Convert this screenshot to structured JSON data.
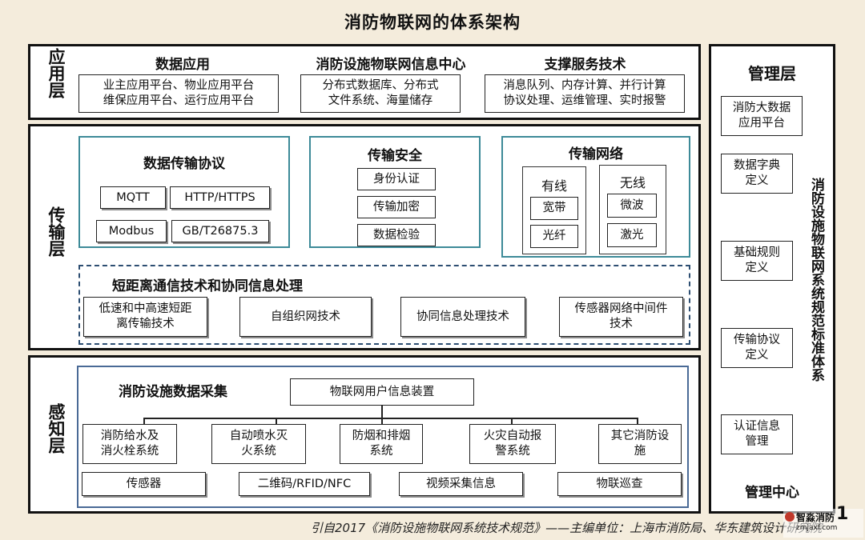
{
  "title": "消防物联网的体系架构",
  "app_layer": {
    "label": "应用层",
    "columns": [
      {
        "heading": "数据应用",
        "text": "业主应用平台、物业应用平台\n维保应用平台、运行应用平台"
      },
      {
        "heading": "消防设施物联网信息中心",
        "text": "分布式数据库、分布式\n文件系统、海量储存"
      },
      {
        "heading": "支撑服务技术",
        "text": "消息队列、内存计算、并行计算\n协议处理、运维管理、实时报警"
      }
    ]
  },
  "trans_layer": {
    "label": "传输层",
    "protocol": {
      "heading": "数据传输协议",
      "items": [
        "MQTT",
        "HTTP/HTTPS",
        "Modbus",
        "GB/T26875.3"
      ]
    },
    "security": {
      "heading": "传输安全",
      "items": [
        "身份认证",
        "传输加密",
        "数据检验"
      ]
    },
    "network": {
      "heading": "传输网络",
      "wired": {
        "label": "有线",
        "items": [
          "宽带",
          "光纤"
        ]
      },
      "wireless": {
        "label": "无线",
        "items": [
          "微波",
          "激光"
        ]
      }
    },
    "short_range": {
      "heading": "短距离通信技术和协同信息处理",
      "items": [
        "低速和中高速短距\n离传输技术",
        "自组织网技术",
        "协同信息处理技术",
        "传感器网络中间件\n技术"
      ]
    }
  },
  "sense_layer": {
    "label": "感知层",
    "heading": "消防设施数据采集",
    "device": "物联网用户信息装置",
    "systems": [
      "消防给水及\n消火栓系统",
      "自动喷水灭\n火系统",
      "防烟和排烟\n系统",
      "火灾自动报\n警系统",
      "其它消防设\n施"
    ],
    "collectors": [
      "传感器",
      "二维码/RFID/NFC",
      "视频采集信息",
      "物联巡查"
    ]
  },
  "management": {
    "label": "管理层",
    "items": [
      "消防大数据\n应用平台",
      "数据字典\n定义",
      "基础规则\n定义",
      "传输协议\n定义",
      "认证信息\n管理"
    ],
    "vertical_label": "消防设施物联网系统规范标准体系",
    "bottom_label": "管理中心"
  },
  "footer": "引自2017《消防设施物联网系统技术规范》——主编单位：上海市消防局、华东建筑设计研究院",
  "watermark": "智淼消防",
  "watermark_sub": "zmjaxf.com",
  "page_number": "1"
}
